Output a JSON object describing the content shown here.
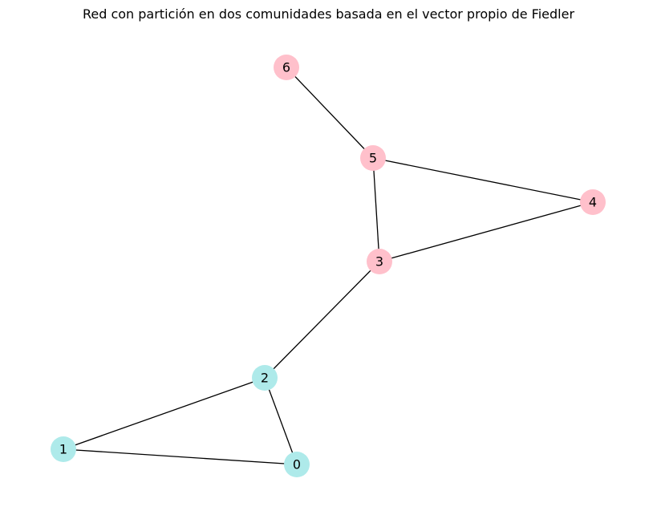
{
  "title": "Red con partición en dos comunidades basada en el vector propio de Fiedler",
  "colors": {
    "community_a": "#aeeaea",
    "community_b": "#ffc0cb",
    "edge": "#000000",
    "label": "#000000"
  },
  "nodes": [
    {
      "id": "0",
      "label": "0",
      "community": "community_a"
    },
    {
      "id": "1",
      "label": "1",
      "community": "community_a"
    },
    {
      "id": "2",
      "label": "2",
      "community": "community_a"
    },
    {
      "id": "3",
      "label": "3",
      "community": "community_b"
    },
    {
      "id": "4",
      "label": "4",
      "community": "community_b"
    },
    {
      "id": "5",
      "label": "5",
      "community": "community_b"
    },
    {
      "id": "6",
      "label": "6",
      "community": "community_b"
    }
  ],
  "edges": [
    {
      "source": "0",
      "target": "1"
    },
    {
      "source": "0",
      "target": "2"
    },
    {
      "source": "1",
      "target": "2"
    },
    {
      "source": "2",
      "target": "3"
    },
    {
      "source": "3",
      "target": "4"
    },
    {
      "source": "3",
      "target": "5"
    },
    {
      "source": "4",
      "target": "5"
    },
    {
      "source": "5",
      "target": "6"
    }
  ]
}
